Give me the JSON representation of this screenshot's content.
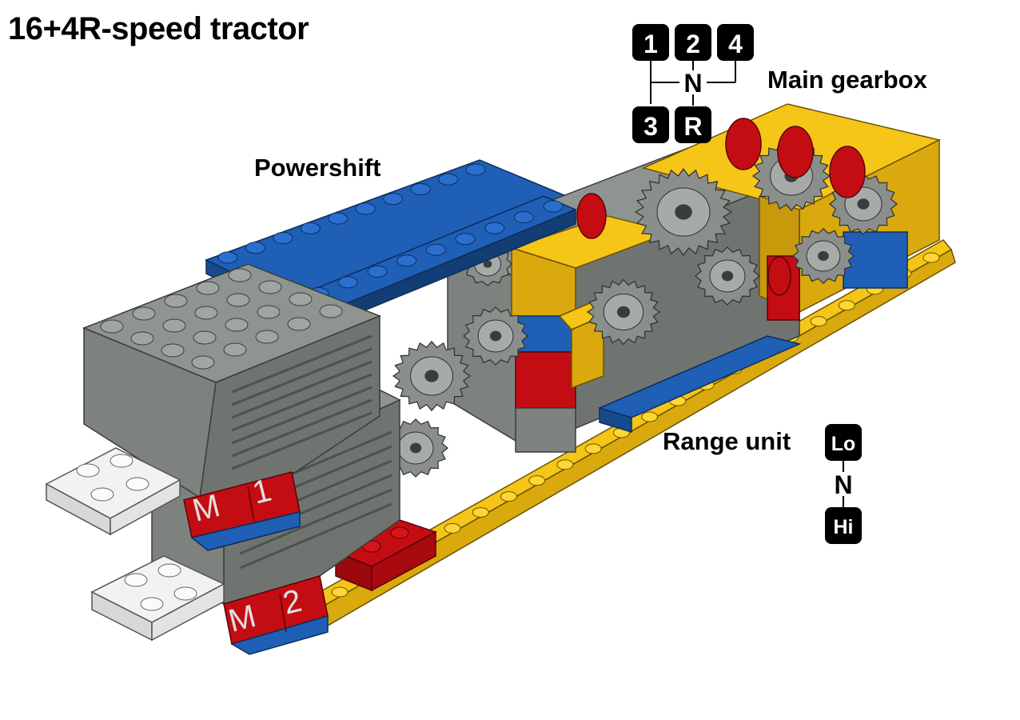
{
  "title": "16+4R-speed tractor",
  "labels": {
    "powershift": "Powershift",
    "main_gearbox": "Main gearbox",
    "range_unit": "Range unit"
  },
  "main_gearbox_shift_pattern": {
    "top_row": [
      "1",
      "2",
      "4"
    ],
    "neutral": "N",
    "bottom_row": [
      "3",
      "R"
    ]
  },
  "range_unit_shift_pattern": {
    "low": "Lo",
    "neutral": "N",
    "high": "Hi"
  },
  "motors": {
    "motor_1": {
      "letter": "M",
      "number": "1"
    },
    "motor_2": {
      "letter": "M",
      "number": "2"
    }
  },
  "colors": {
    "lego_blue": "#1f5fb5",
    "lego_yellow": "#f5c518",
    "lego_red": "#c40d12",
    "lego_gray": "#8e9490",
    "lego_dark_gray": "#5f6461",
    "lego_white": "#f2f2f2"
  }
}
